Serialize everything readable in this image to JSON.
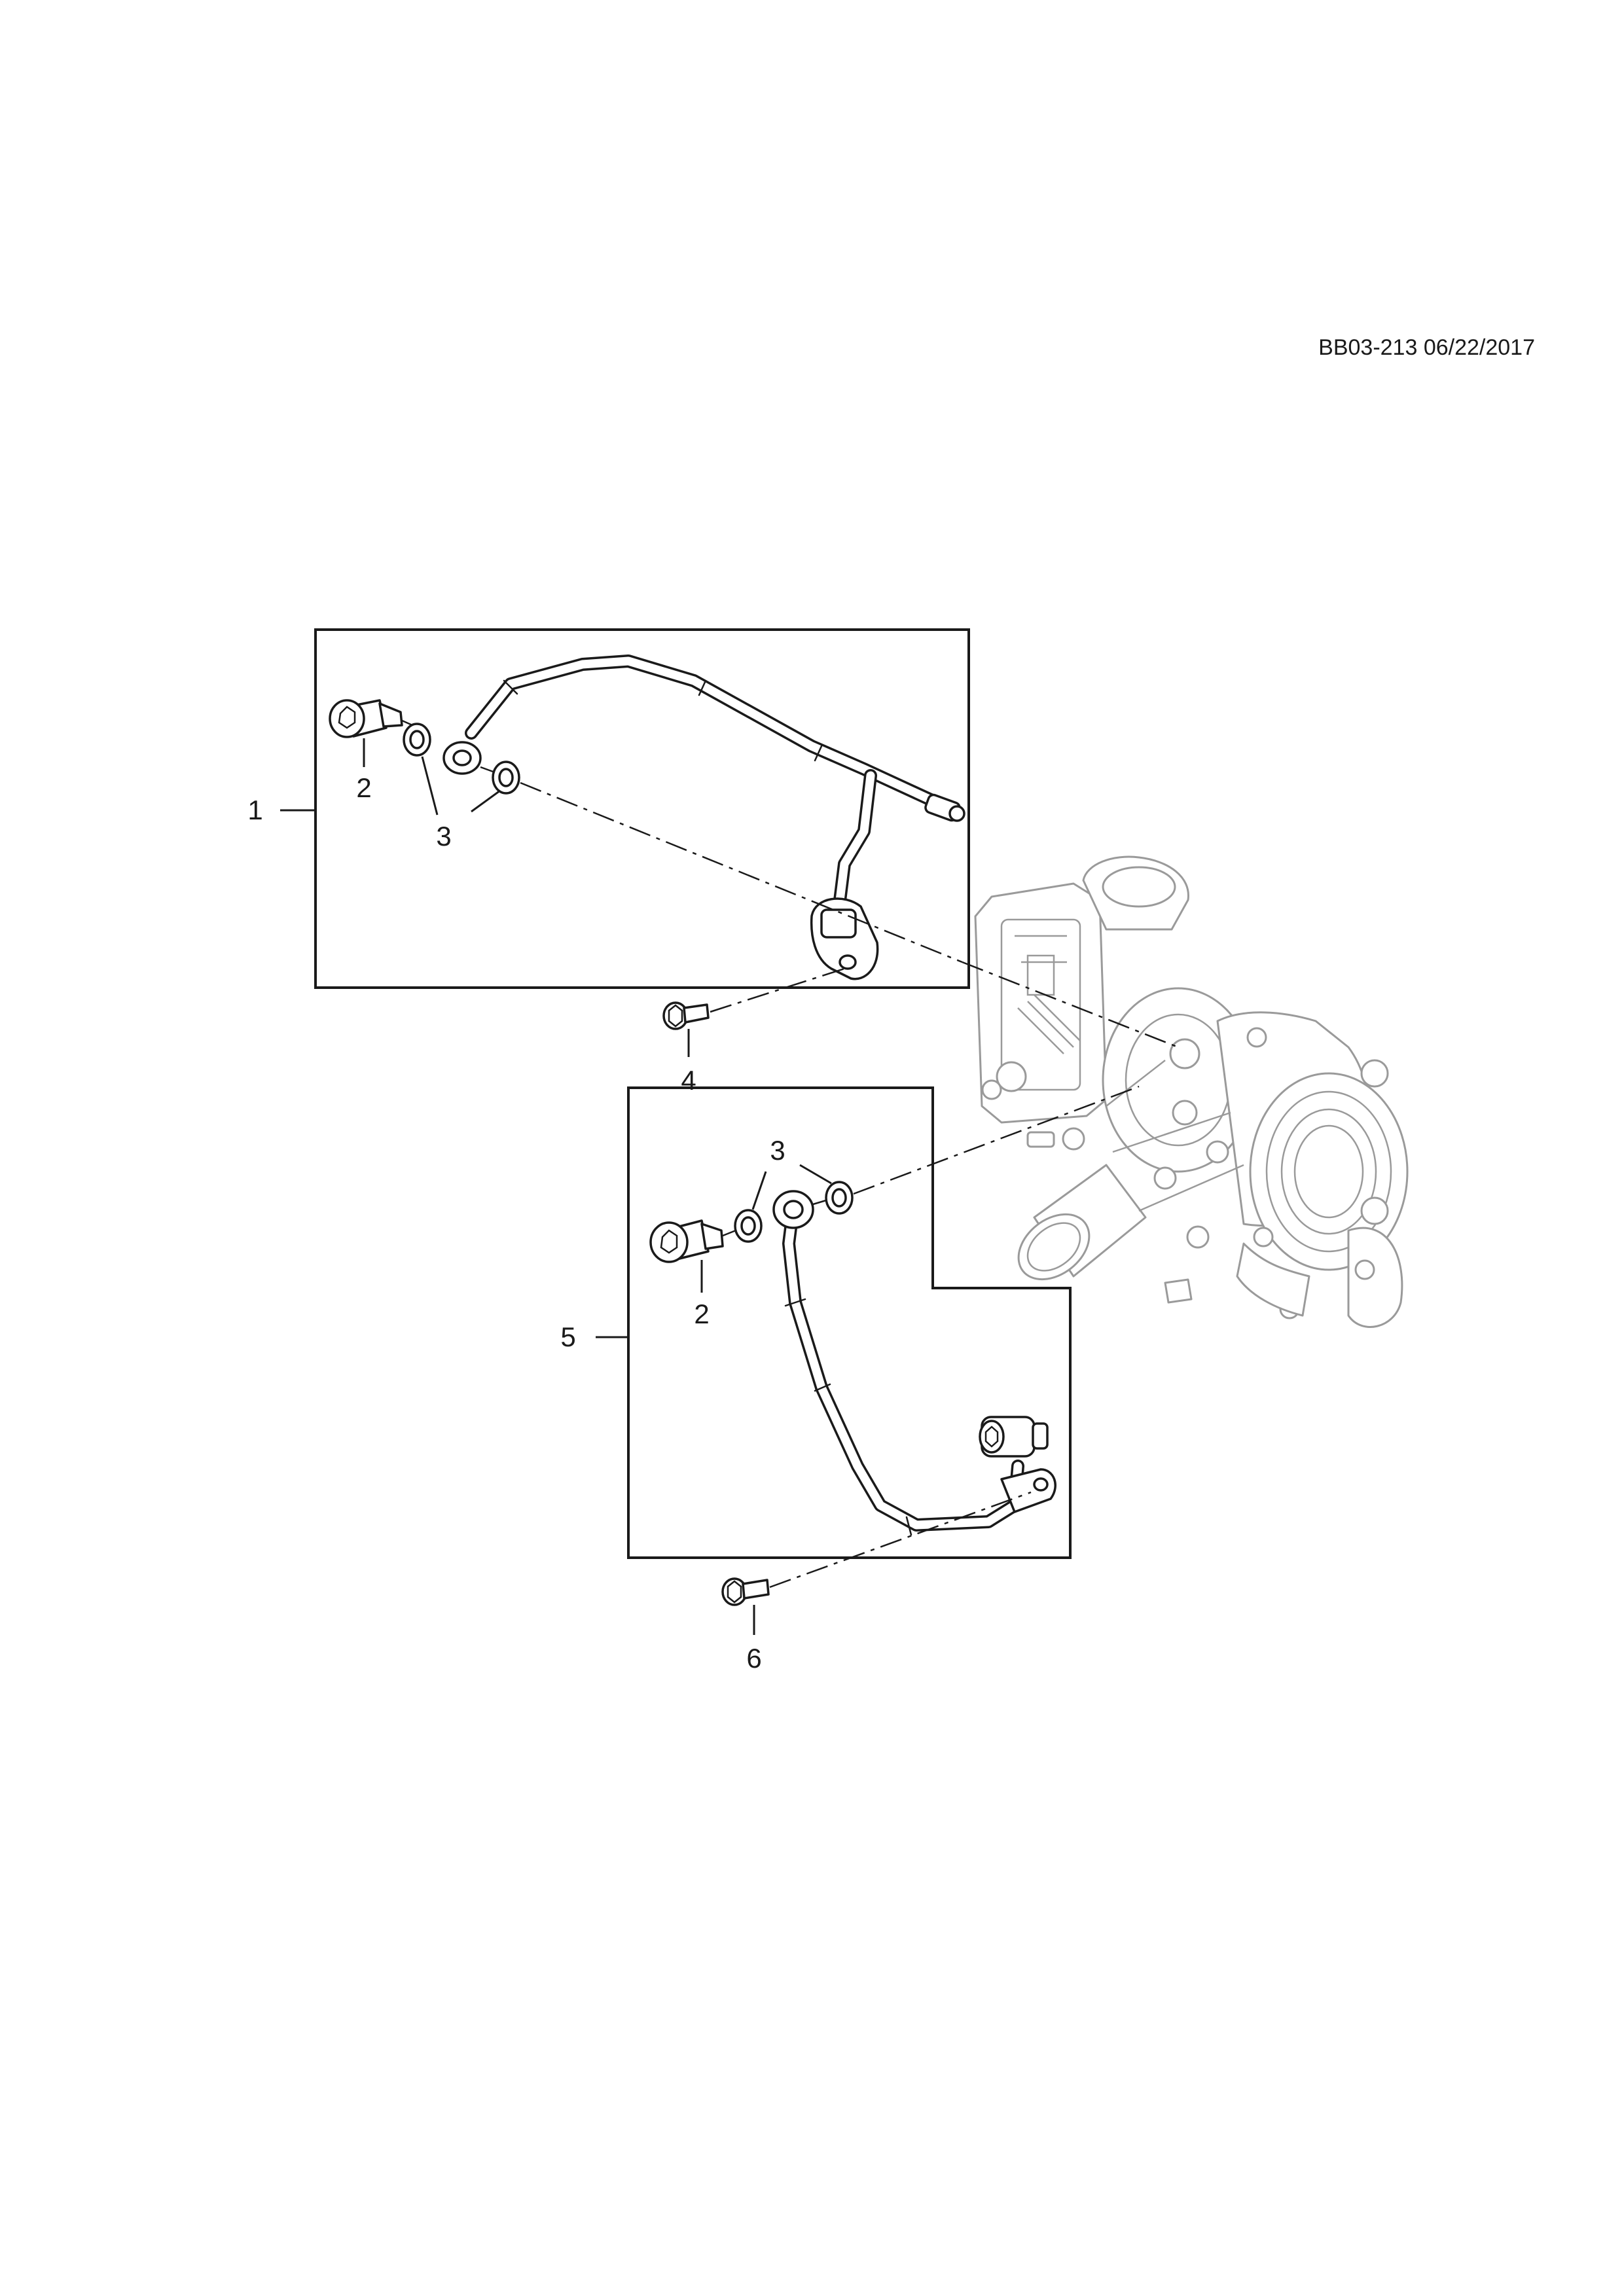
{
  "reference_code": "BB03-213 06/22/2017",
  "callouts": {
    "c1": "1",
    "c2a": "2",
    "c3a": "3",
    "c4": "4",
    "c5": "5",
    "c3b": "3",
    "c2b": "2",
    "c6": "6"
  }
}
